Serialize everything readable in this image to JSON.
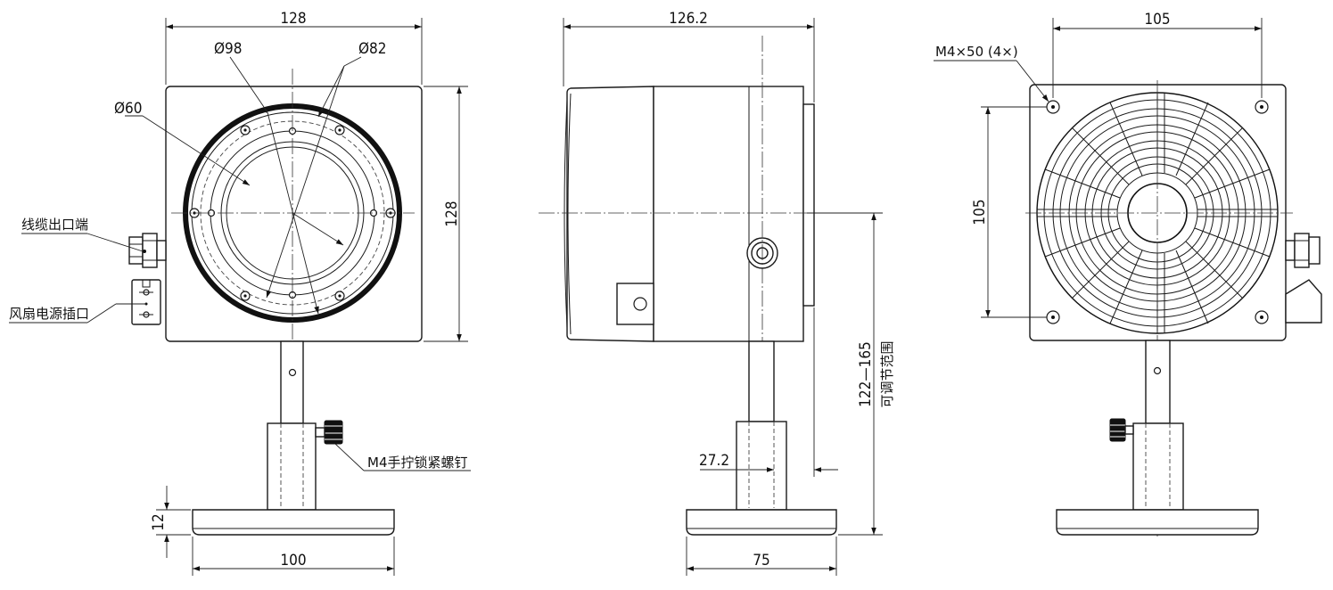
{
  "views": {
    "front": {
      "width_top": "128",
      "outer_dia": "Ø98",
      "ring_dia": "Ø82",
      "inner_dia": "Ø60",
      "height_right": "128",
      "base_thickness": "12",
      "base_width": "100",
      "cable_outlet_label": "线缆出口端",
      "fan_socket_label": "风扇电源插口",
      "thumbscrew_label": "M4手拧锁紧螺钉"
    },
    "side": {
      "depth_top": "126.2",
      "adjust_range": "122—165",
      "adjust_label": "可调节范围",
      "post_offset": "27.2",
      "base_width": "75"
    },
    "rear": {
      "width_top": "105",
      "screw_label": "M4×50 (4×)",
      "height_left": "105"
    }
  }
}
